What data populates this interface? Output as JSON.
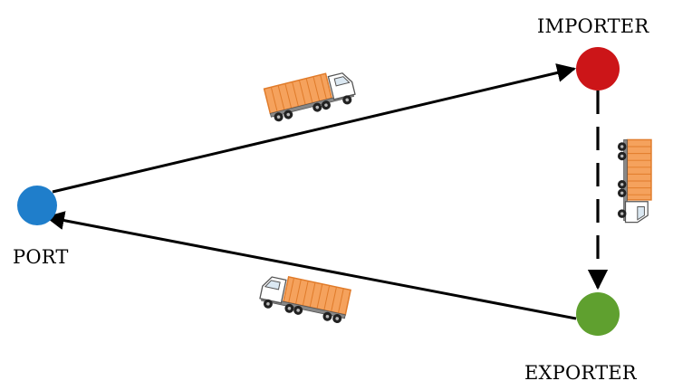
{
  "nodes": {
    "port": {
      "label": "PORT",
      "color": "#1f7ecb"
    },
    "importer": {
      "label": "IMPORTER",
      "color": "#cc1518"
    },
    "exporter": {
      "label": "EXPORTER",
      "color": "#5fa02f"
    }
  },
  "edges": [
    {
      "from": "port",
      "to": "importer",
      "style": "solid",
      "vehicle": "container-truck"
    },
    {
      "from": "importer",
      "to": "exporter",
      "style": "dashed",
      "vehicle": "container-truck"
    },
    {
      "from": "exporter",
      "to": "port",
      "style": "solid",
      "vehicle": "container-truck"
    }
  ],
  "colors": {
    "truck_container": "#f5a25d",
    "truck_cab": "#ffffff",
    "truck_outline": "#555555",
    "wheel": "#222222",
    "arrow": "#000000"
  }
}
